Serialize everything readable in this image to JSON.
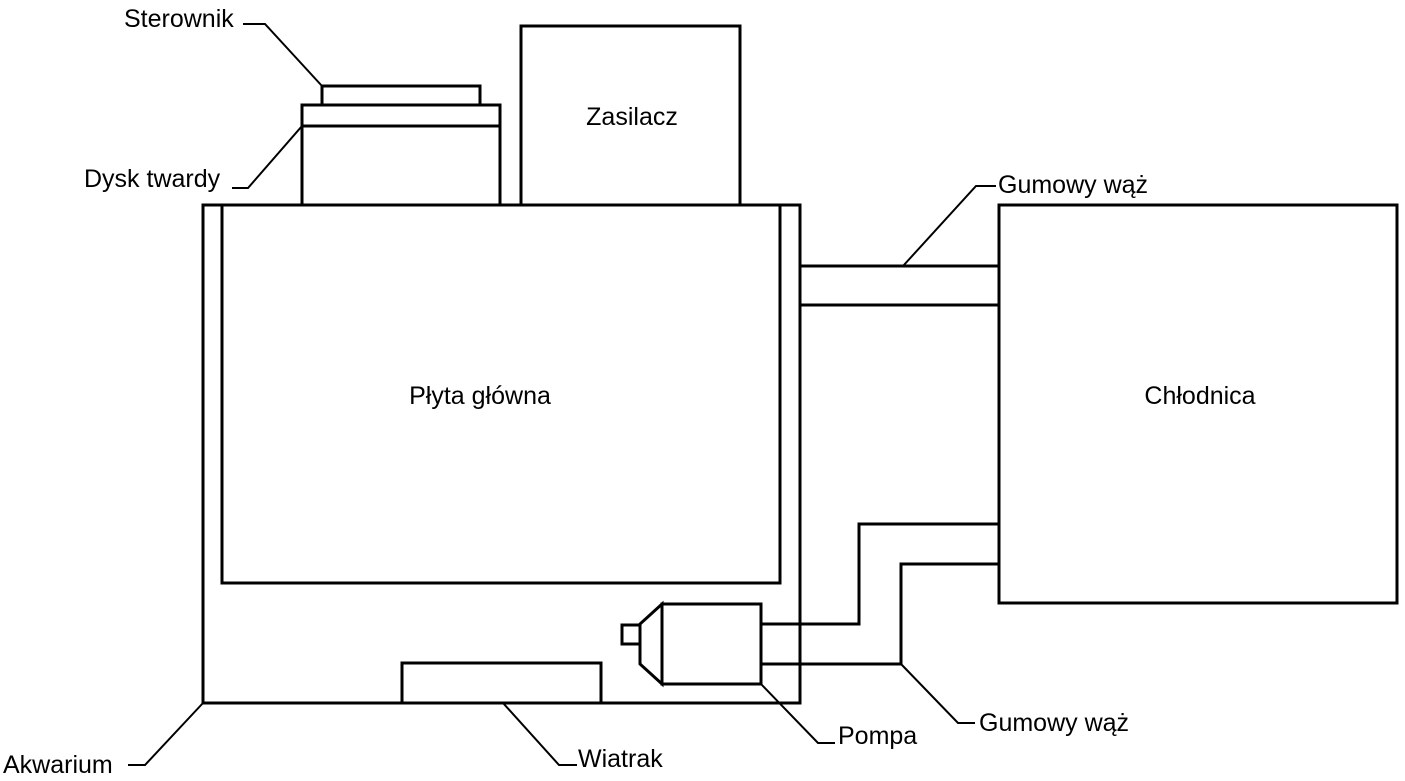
{
  "labels": {
    "sterownik": "Sterownik",
    "dysk_twardy": "Dysk twardy",
    "zasilacz": "Zasilacz",
    "gumowy_waz_top": "Gumowy wąż",
    "plyta_glowna": "Płyta główna",
    "chlodnica": "Chłodnica",
    "gumowy_waz_bottom": "Gumowy wąż",
    "pompa": "Pompa",
    "akwarium": "Akwarium",
    "wiatrak": "Wiatrak"
  }
}
